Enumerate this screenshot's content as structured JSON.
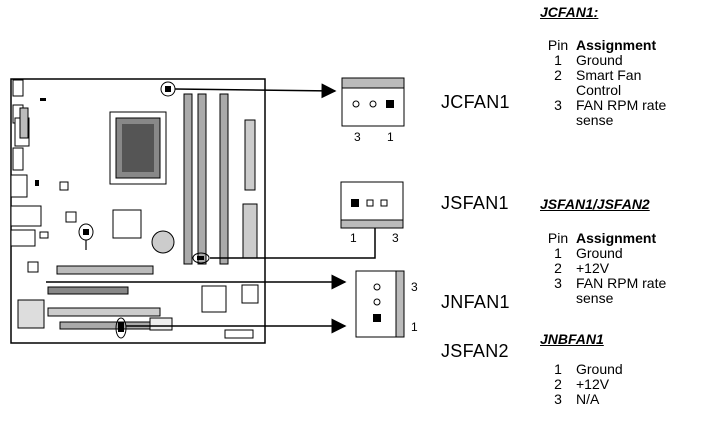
{
  "connectors": {
    "jcfan1": {
      "label": "JCFAN1",
      "pins": [
        "3",
        "1"
      ]
    },
    "jsfan1": {
      "label": "JSFAN1",
      "pins": [
        "1",
        "3"
      ]
    },
    "jnfan1": {
      "label": "JNFAN1",
      "pins": [
        "3",
        "1"
      ]
    },
    "jsfan2": {
      "label": "JSFAN2"
    }
  },
  "tables": {
    "jcfan1": {
      "title": "JCFAN1:",
      "header": [
        "Pin",
        "Assignment"
      ],
      "rows": [
        [
          "1",
          "Ground"
        ],
        [
          "2",
          "Smart Fan"
        ],
        [
          "",
          "Control"
        ],
        [
          "3",
          "FAN RPM rate"
        ],
        [
          "",
          "sense"
        ]
      ]
    },
    "jsfan": {
      "title": "JSFAN1/JSFAN2",
      "header": [
        "Pin",
        "Assignment"
      ],
      "rows": [
        [
          "1",
          "Ground"
        ],
        [
          "2",
          "+12V"
        ],
        [
          "3",
          "FAN RPM rate"
        ],
        [
          "",
          "sense"
        ]
      ]
    },
    "jnbfan1": {
      "title": "JNBFAN1",
      "rows": [
        [
          "1",
          "Ground"
        ],
        [
          "2",
          "+12V"
        ],
        [
          "3",
          "N/A"
        ]
      ]
    }
  }
}
